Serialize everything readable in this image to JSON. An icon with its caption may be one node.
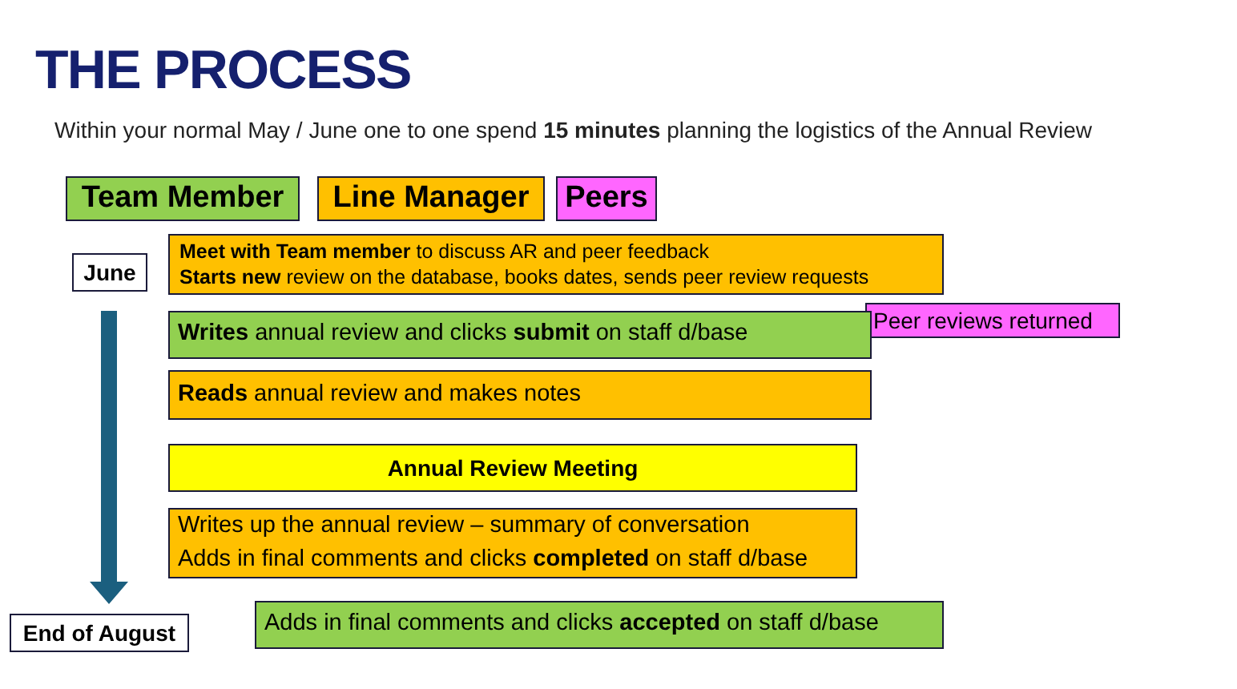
{
  "diagram": {
    "title": "THE PROCESS",
    "nodes": [
      {
        "text": [
          "Team Member"
        ]
      },
      {
        "text": [
          "Line Manager"
        ]
      },
      {
        "text": [
          "Peers"
        ]
      },
      {
        "text": [
          "June"
        ]
      },
      {
        "text": [
          "**Meet with Team member** to discuss AR and peer feedback",
          "**Starts new** review on the database, books dates, sends peer review requests"
        ]
      },
      {
        "text": [
          "Peer reviews returned"
        ]
      },
      {
        "text": [
          "**Writes** annual review and clicks **submit** on staff d/base"
        ]
      },
      {
        "text": [
          "**Reads** annual review and makes notes"
        ]
      },
      {
        "text": [
          "Annual Review Meeting"
        ]
      },
      {
        "text": [
          "Writes up the annual review – summary of conversation",
          "Adds in final comments and clicks **completed** on staff d/base"
        ]
      },
      {
        "text": [
          "End of August"
        ]
      },
      {
        "text": [
          "Adds in final comments and clicks **accepted** on staff d/base"
        ]
      }
    ],
    "edges": [
      {
        "from": 3,
        "to": 10,
        "arrow": "to",
        "style": "thick",
        "color": "#1b5f7f"
      }
    ],
    "labels": [
      "Within your normal May / June one to one spend **15 minutes** planning the logistics of the Annual Review"
    ]
  }
}
